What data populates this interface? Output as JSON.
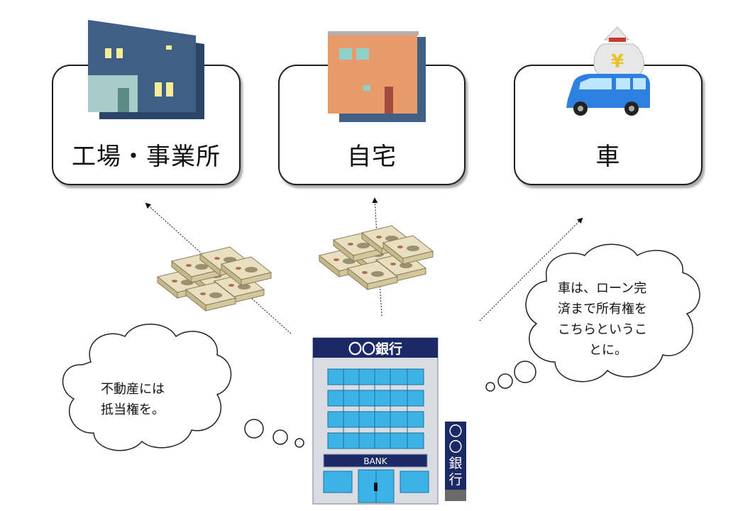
{
  "destinations": [
    {
      "label": "工場・事業所",
      "icon": "factory-icon"
    },
    {
      "label": "自宅",
      "icon": "house-icon"
    },
    {
      "label": "車",
      "icon": "car-with-money-bag-icon"
    }
  ],
  "bank": {
    "sign": "〇〇銀行",
    "panel": "BANK",
    "vertical_sign": [
      "〇",
      "〇",
      "銀",
      "行"
    ]
  },
  "money_bag_symbol": "¥",
  "bubbles": [
    {
      "lines": [
        "不動産には",
        "抵当権を。"
      ]
    },
    {
      "lines": [
        "車は、ローン完",
        "済まで所有権を",
        "こちらというこ",
        "とに。"
      ]
    }
  ],
  "colors": {
    "factory": "#3f5f86",
    "house": "#e89a6b",
    "car": "#2d7fe0",
    "bank_header": "#1b2a66",
    "window": "#3cb3e6"
  }
}
